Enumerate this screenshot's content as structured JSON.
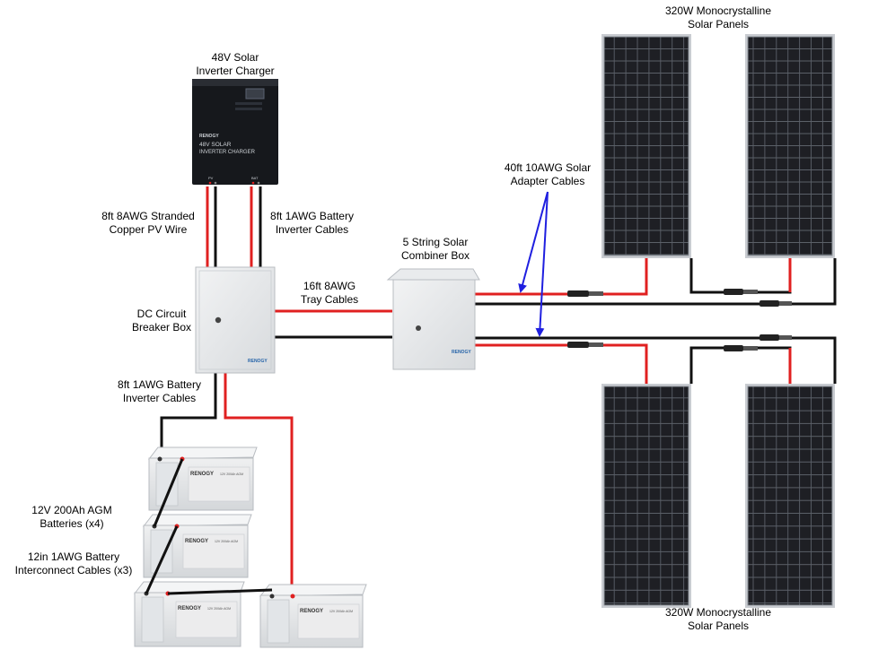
{
  "labels": {
    "top_panels": {
      "line1": "320W Monocrystalline",
      "line2": "Solar Panels"
    },
    "bottom_panels": {
      "line1": "320W Monocrystalline",
      "line2": "Solar Panels"
    },
    "inverter": {
      "line1": "48V Solar",
      "line2": "Inverter Charger"
    },
    "pv_wire": {
      "line1": "8ft 8AWG Stranded",
      "line2": "Copper PV Wire"
    },
    "inv_battery_cables": {
      "line1": "8ft 1AWG Battery",
      "line2": "Inverter Cables"
    },
    "tray_cables": {
      "line1": "16ft 8AWG",
      "line2": "Tray Cables"
    },
    "combiner": {
      "line1": "5 String Solar",
      "line2": "Combiner Box"
    },
    "adapter_cables": {
      "line1": "40ft 10AWG Solar",
      "line2": "Adapter Cables"
    },
    "breaker": {
      "line1": "DC Circuit",
      "line2": "Breaker Box"
    },
    "batt_inv_cables": {
      "line1": "8ft 1AWG Battery",
      "line2": "Inverter Cables"
    },
    "batteries": {
      "line1": "12V 200Ah AGM",
      "line2": "Batteries (x4)"
    },
    "interconnect": {
      "line1": "12in 1AWG Battery",
      "line2": "Interconnect Cables (x3)"
    }
  },
  "device_text": {
    "inverter_brand": "RENOGY",
    "inverter_model_1": "48V SOLAR",
    "inverter_model_2": "INVERTER CHARGER",
    "inverter_port_pv": "PV",
    "inverter_port_batt": "BAT",
    "breaker_brand": "RENOGY",
    "combiner_brand": "RENOGY",
    "battery_brand": "RENOGY",
    "battery_model": "12V 200Ah AGM"
  },
  "colors": {
    "positive_wire": "#e02020",
    "negative_wire": "#111111",
    "annotation_arrow": "#1f1fe0",
    "panel_cell": "#1e1f24",
    "panel_frame": "#c9ccd1",
    "enclosure": "#e8eaec",
    "battery_case": "#e4e6e8",
    "inverter_body": "#16181c"
  }
}
